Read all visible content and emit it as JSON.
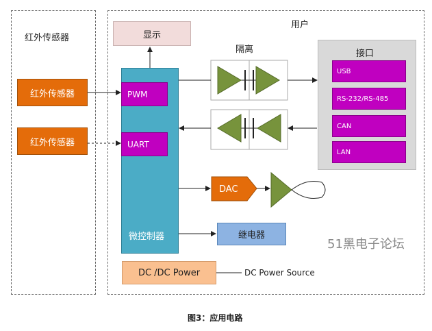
{
  "diagram": {
    "sensor_zone_title": "红外传感器",
    "user_zone_title": "用户",
    "sensor1": "红外传感器",
    "sensor2": "红外传感器",
    "display": "显示",
    "mcu_label": "微控制器",
    "mcu_ports": {
      "pwm": "PWM",
      "uart": "UART"
    },
    "isolation_label": "隔离",
    "interface": {
      "title": "接口",
      "ports": [
        "USB",
        "RS-232/RS-485",
        "CAN",
        "LAN"
      ]
    },
    "dac": "DAC",
    "relay": "继电器",
    "dcdc": "DC /DC Power",
    "power_source": "DC Power Source",
    "watermark": "51黑电子论坛",
    "caption": "图3：应用电路"
  },
  "colors": {
    "sensor": "#e46c0a",
    "mcu": "#4bacc6",
    "port": "#c000c0",
    "interface": "#d9d9d9",
    "display": "#f2dcdb",
    "relay": "#8db3e2",
    "dcdc": "#fac090",
    "green": "#77933c"
  }
}
